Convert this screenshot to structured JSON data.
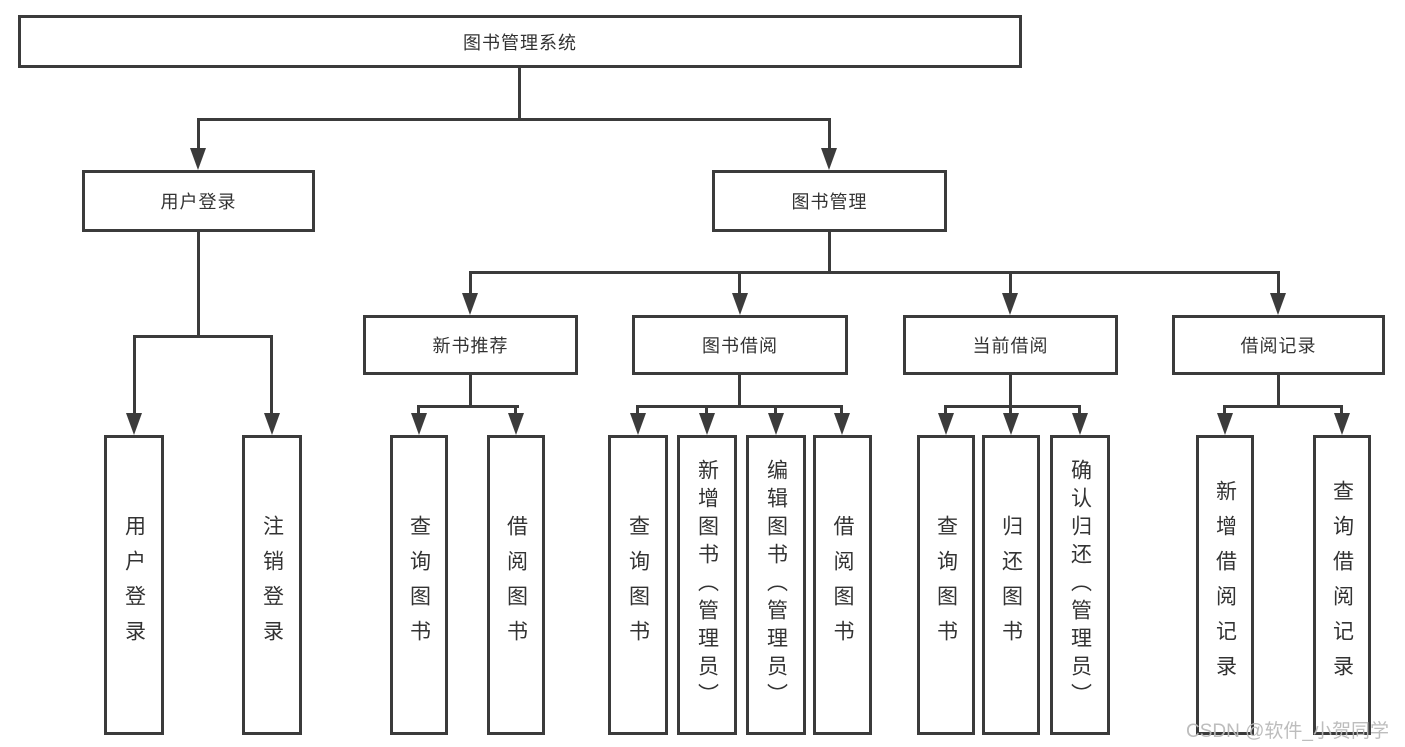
{
  "diagram": {
    "title": "图书管理系统",
    "nodes": {
      "root": "图书管理系统",
      "user_login": "用户登录",
      "book_mgmt": "图书管理",
      "new_book_rec": "新书推荐",
      "book_borrow": "图书借阅",
      "current_borrow": "当前借阅",
      "borrow_records": "借阅记录",
      "ul_login": "用户登录",
      "ul_logout": "注销登录",
      "nbr_query": "查询图书",
      "nbr_borrow": "借阅图书",
      "bb_query": "查询图书",
      "bb_add": "新增图书（管理员）",
      "bb_edit": "编辑图书（管理员）",
      "bb_borrow": "借阅图书",
      "cb_query": "查询图书",
      "cb_return": "归还图书",
      "cb_confirm": "确认归还（管理员）",
      "br_add": "新增借阅记录",
      "br_query": "查询借阅记录"
    },
    "structure": {
      "图书管理系统": {
        "用户登录": [
          "用户登录",
          "注销登录"
        ],
        "图书管理": {
          "新书推荐": [
            "查询图书",
            "借阅图书"
          ],
          "图书借阅": [
            "查询图书",
            "新增图书（管理员）",
            "编辑图书（管理员）",
            "借阅图书"
          ],
          "当前借阅": [
            "查询图书",
            "归还图书",
            "确认归还（管理员）"
          ],
          "借阅记录": [
            "新增借阅记录",
            "查询借阅记录"
          ]
        }
      }
    },
    "colors": {
      "line": "#3b3b3b",
      "text": "#333333",
      "background": "#ffffff",
      "watermark": "#b9b9b9"
    }
  },
  "watermark": {
    "text": "CSDN @软件_小贺同学"
  }
}
